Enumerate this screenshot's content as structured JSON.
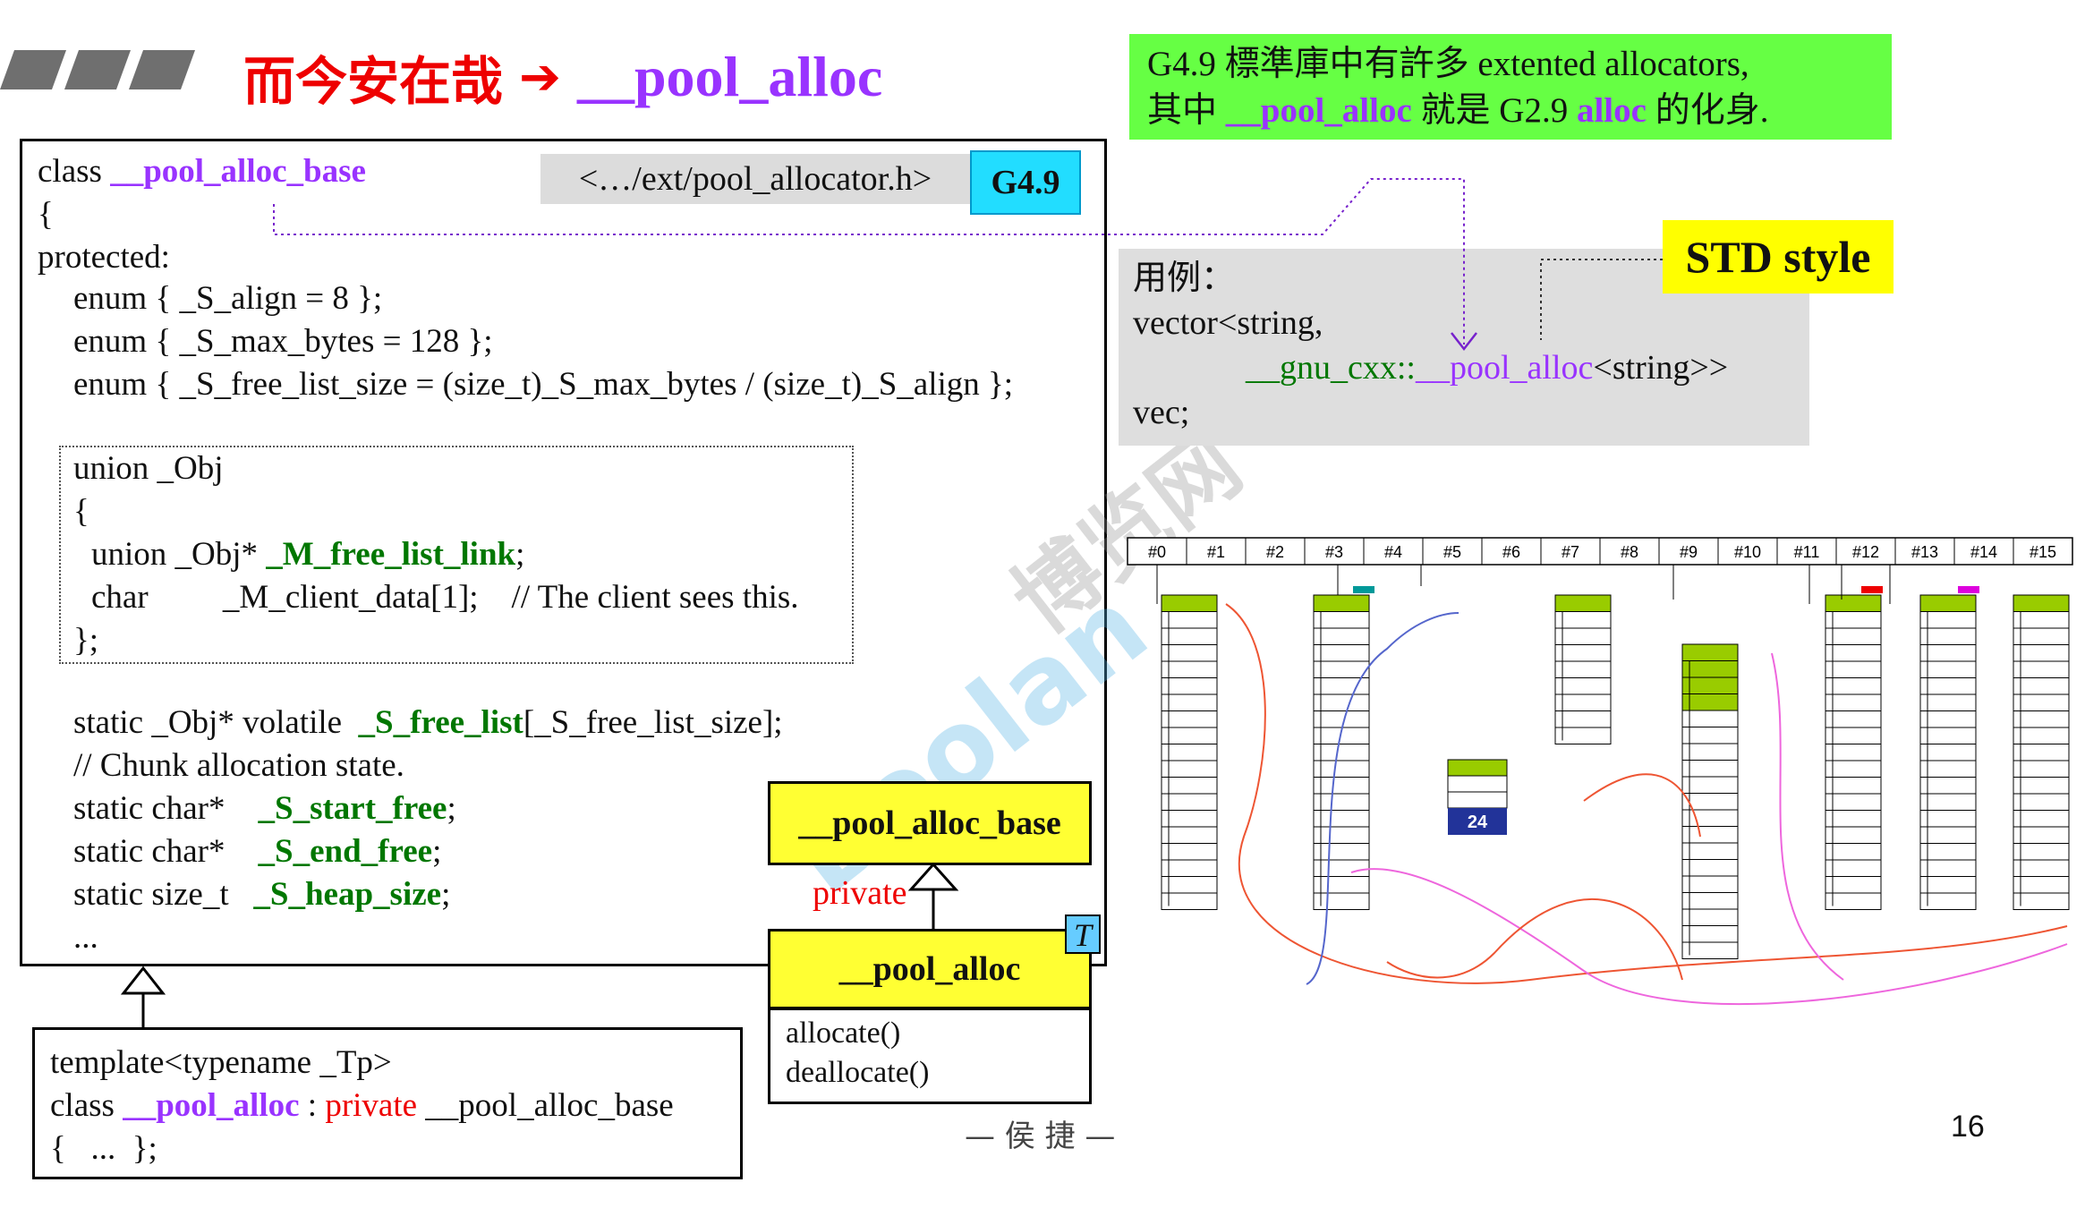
{
  "header": {
    "title_cn": "而今安在哉",
    "arrow": "➔",
    "title_en": "__pool_alloc"
  },
  "note": {
    "line1": "G4.9 標準庫中有許多 extented allocators,",
    "line2_a": "其中 ",
    "line2_pool": "__pool_alloc",
    "line2_b": " 就是 G2.9 ",
    "line2_alloc": "alloc",
    "line2_c": " 的化身."
  },
  "code_box": {
    "header_file": "<…/ext/pool_allocator.h>",
    "version": "G4.9",
    "line_class_kw": "class ",
    "line_class_name": "__pool_alloc_base",
    "open_brace": "{",
    "protected": "protected:",
    "enum1": "enum { _S_align = 8 };",
    "enum2": "enum { _S_max_bytes = 128 };",
    "enum3": "enum { _S_free_list_size = (size_t)_S_max_bytes / (size_t)_S_align };",
    "union_head": "union _Obj",
    "union_open": "{",
    "union_l1_a": "union _Obj* ",
    "union_l1_b": "_M_free_list_link",
    "union_l1_c": ";",
    "union_l2": "char         _M_client_data[1];    // The client sees this.",
    "union_close": "};",
    "static1_a": "static _Obj* volatile  ",
    "static1_b": "_S_free_list",
    "static1_c": "[_S_free_list_size];",
    "comment_chunk": "// Chunk allocation state.",
    "static2_a": "static char*    ",
    "static2_b": "_S_start_free",
    "static2_c": ";",
    "static3_a": "static char*    ",
    "static3_b": "_S_end_free",
    "static3_c": ";",
    "static4_a": "static size_t   ",
    "static4_b": "_S_heap_size",
    "static4_c": ";",
    "ellipsis": "..."
  },
  "template_box": {
    "line1": "template<typename _Tp>",
    "line2_a": "class ",
    "line2_b": "__pool_alloc",
    "line2_c": " : ",
    "line2_d": "private",
    "line2_e": " __pool_alloc_base",
    "line3": "{   ...  };"
  },
  "uml": {
    "base_name": "__pool_alloc_base",
    "inherit_label": "private",
    "derived_name": "__pool_alloc",
    "template_param": "T",
    "method1": "allocate()",
    "method2": "deallocate()"
  },
  "example": {
    "label": "用例：",
    "line1": "vector<string,",
    "line2_a": "__gnu_cxx::",
    "line2_b": "__pool_alloc",
    "line2_c": "<string>>",
    "line3": "vec;"
  },
  "std_style": "STD style",
  "diagram": {
    "slots": [
      "#0",
      "#1",
      "#2",
      "#3",
      "#4",
      "#5",
      "#6",
      "#7",
      "#8",
      "#9",
      "#10",
      "#11",
      "#12",
      "#13",
      "#14",
      "#15"
    ],
    "block_label": "24"
  },
  "footer": {
    "author": "— 侯 捷 —",
    "page": "16"
  },
  "watermark": {
    "text1": "Boolan",
    "text2": "博览网"
  }
}
